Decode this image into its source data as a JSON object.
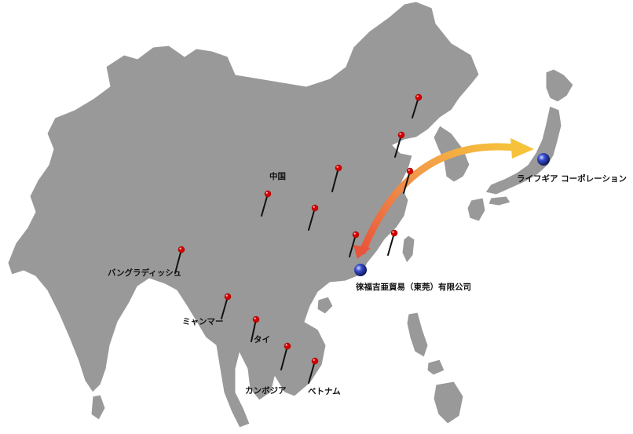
{
  "colors": {
    "background": "#ffffff",
    "land": "#999999",
    "land_edge": "#ffffff",
    "pin_red": "#d40000",
    "pin_blue": "#1a2a8f",
    "arrow_start": "#e9553a",
    "arrow_end": "#f6c23a"
  },
  "labels": {
    "china": "中国",
    "bangladesh": "バングラディッシュ",
    "myanmar": "ミャンマー",
    "thailand": "タイ",
    "cambodia": "カンボジア",
    "vietnam": "ベトナム",
    "japan_office": "ライフギア コーポレーション",
    "china_office": "徠福吉亜貿易（東莞）有限公司"
  },
  "icons": {
    "red_pin": "map-pin-red-icon",
    "blue_pin": "map-pin-blue-icon",
    "arrow": "double-headed-curved-arrow"
  }
}
